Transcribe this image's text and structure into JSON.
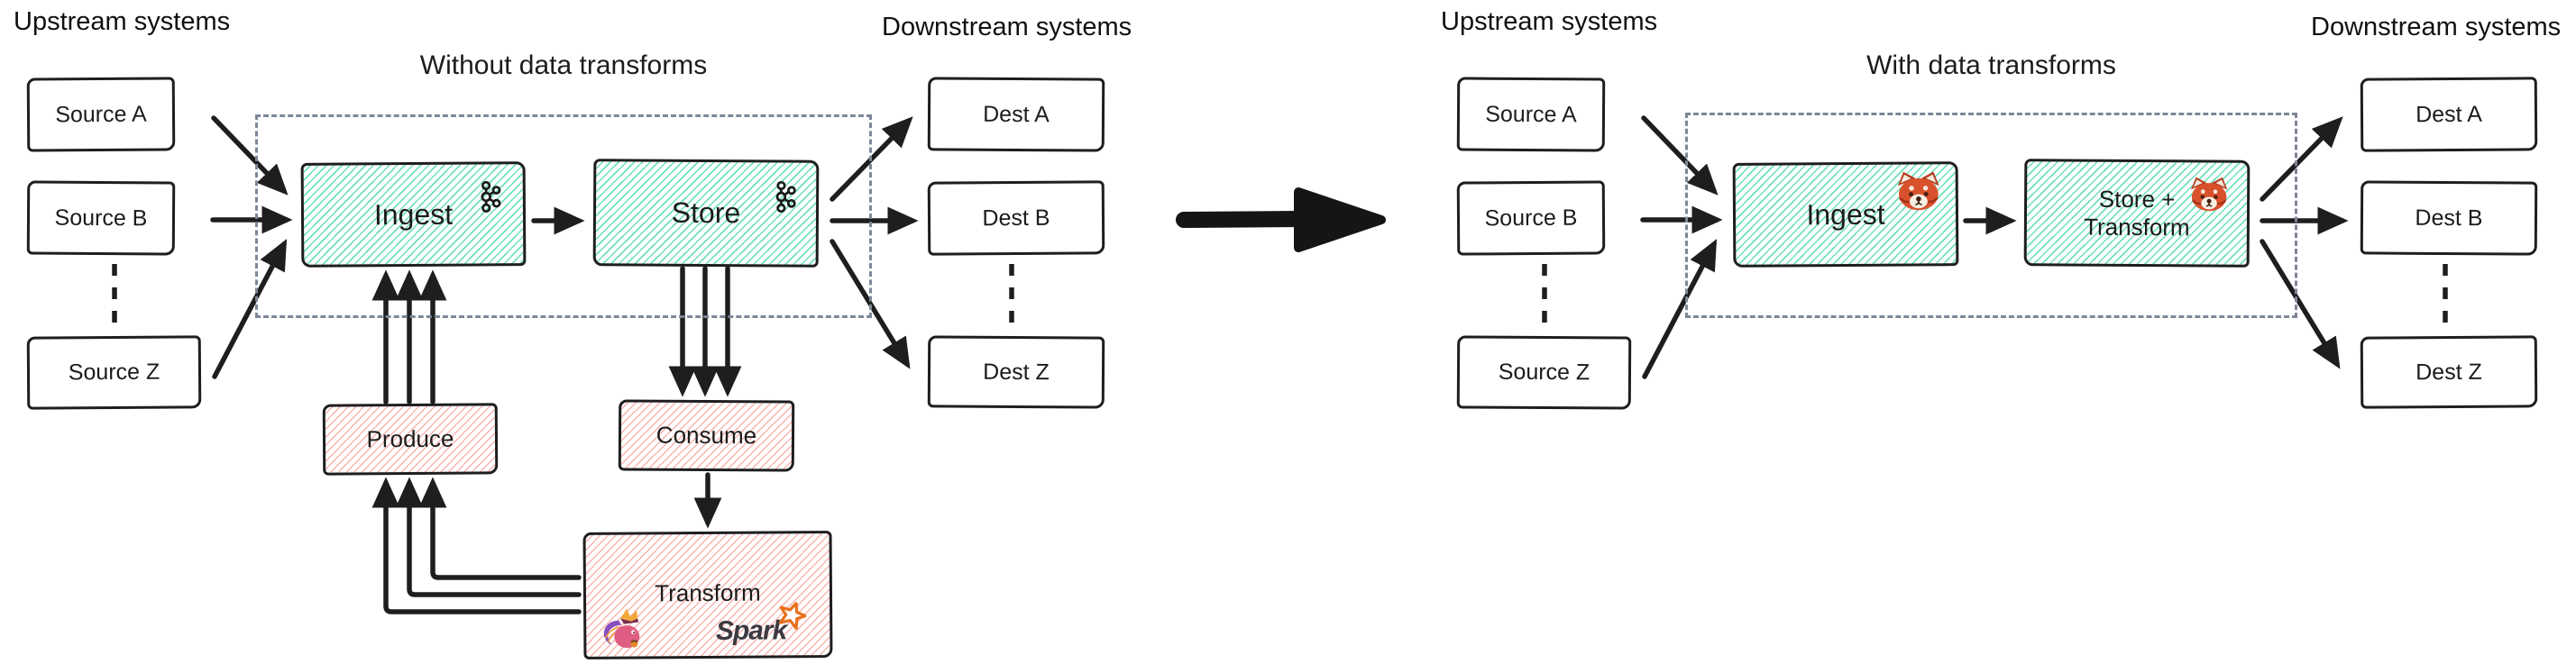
{
  "left_diagram": {
    "upstream_label": "Upstream systems",
    "downstream_label": "Downstream systems",
    "title": "Without data transforms",
    "sources": [
      "Source A",
      "Source B",
      "Source Z"
    ],
    "destinations": [
      "Dest A",
      "Dest B",
      "Dest Z"
    ],
    "ingest_label": "Ingest",
    "store_label": "Store",
    "produce_label": "Produce",
    "consume_label": "Consume",
    "transform_label": "Transform",
    "spark_label": "Spark"
  },
  "right_diagram": {
    "upstream_label": "Upstream systems",
    "downstream_label": "Downstream systems",
    "title": "With data transforms",
    "sources": [
      "Source A",
      "Source B",
      "Source Z"
    ],
    "destinations": [
      "Dest A",
      "Dest B",
      "Dest Z"
    ],
    "ingest_label": "Ingest",
    "store_transform_line1": "Store +",
    "store_transform_line2": "Transform"
  },
  "icons": {
    "left_ingest": "kafka-icon",
    "left_store": "kafka-icon",
    "transform_engine_1": "flink-icon",
    "transform_engine_2": "spark-logo",
    "right_ingest": "redpanda-icon",
    "right_store_transform": "redpanda-icon",
    "comparison": "big-right-arrow-icon"
  },
  "colors": {
    "box_border": "#1e1e1e",
    "teal_hatch": "#56dcae",
    "pink_hatch": "#f5a39c",
    "dashed_boundary": "#7d8799",
    "arrow": "#1e1e1e",
    "spark_orange": "#e8701a",
    "spark_text": "#3c3940",
    "redpanda_orange": "#d9512c",
    "flink_pink": "#df5d82",
    "flink_purple": "#8a4fbe"
  }
}
